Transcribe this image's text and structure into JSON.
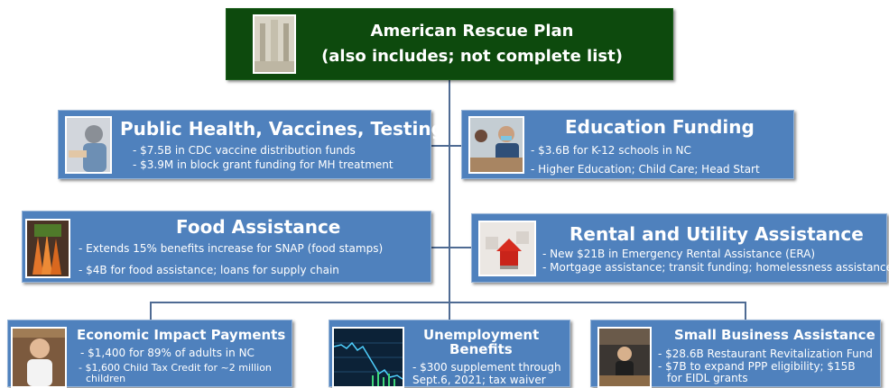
{
  "root": {
    "title_line1": "American Rescue Plan",
    "title_line2": "(also includes; not complete list)"
  },
  "public_health": {
    "title": "Public Health, Vaccines, Testing",
    "lines": [
      "- $7.5B in CDC vaccine distribution funds",
      "- $3.9M in block grant funding for MH treatment"
    ]
  },
  "education": {
    "title": "Education Funding",
    "lines": [
      "- $3.6B for K-12 schools in NC",
      "- Higher Education; Child Care; Head Start"
    ]
  },
  "food": {
    "title": "Food Assistance",
    "lines": [
      "- Extends 15% benefits increase for SNAP (food stamps)",
      "- $4B for food assistance; loans for supply chain"
    ]
  },
  "rental": {
    "title": "Rental and Utility Assistance",
    "lines": [
      "- New $21B in Emergency Rental Assistance (ERA)",
      "- Mortgage assistance; transit funding; homelessness assistance"
    ]
  },
  "economic": {
    "title": "Economic Impact Payments",
    "lines": [
      "- $1,400 for 89% of adults in NC",
      "- $1,600 Child Tax Credit for ~2 million",
      "children"
    ]
  },
  "unemployment": {
    "title_line1": "Unemployment",
    "title_line2": "Benefits",
    "lines": [
      "- $300 supplement through",
      "Sept.6, 2021; tax waiver"
    ]
  },
  "small_business": {
    "title": "Small Business Assistance",
    "lines": [
      "- $28.6B Restaurant Revitalization Fund",
      "- $7B to expand PPP eligibility; $15B",
      "for EIDL grants"
    ]
  }
}
